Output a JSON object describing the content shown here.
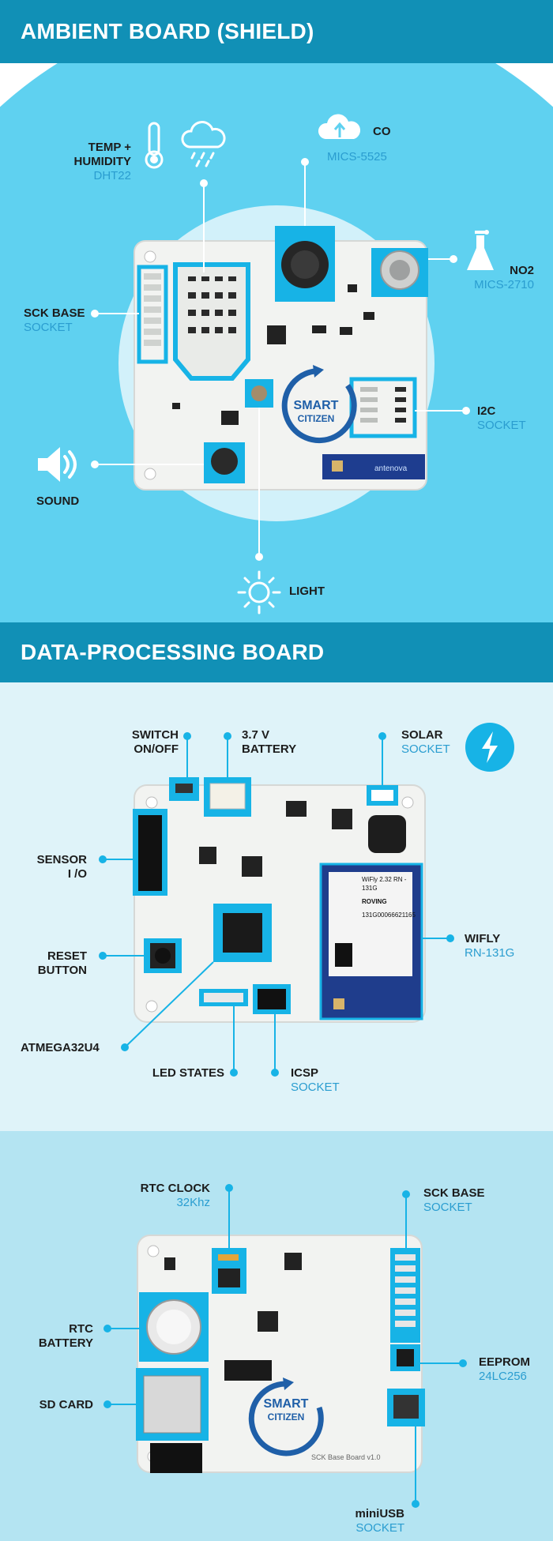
{
  "sections": {
    "ambient": {
      "title": "AMBIENT BOARD (SHIELD)",
      "labels": {
        "temp": {
          "title": "TEMP +\nHUMIDITY",
          "sub": "DHT22"
        },
        "co": {
          "title": "CO",
          "sub": "MICS-5525"
        },
        "no2": {
          "title": "NO2",
          "sub": "MICS-2710"
        },
        "sck_base": {
          "title": "SCK BASE",
          "sub": "SOCKET"
        },
        "i2c": {
          "title": "I2C",
          "sub": "SOCKET"
        },
        "sound": {
          "title": "SOUND"
        },
        "light": {
          "title": "LIGHT"
        }
      },
      "board_logo": {
        "line1": "SMART",
        "line2": "CITIZEN"
      },
      "antenna_text": "antenova"
    },
    "data_processing": {
      "title": "DATA-PROCESSING BOARD",
      "labels": {
        "switch": {
          "title": "SWITCH\nON/OFF"
        },
        "battery": {
          "title": "3.7 V\nBATTERY"
        },
        "solar": {
          "title": "SOLAR",
          "sub": "SOCKET"
        },
        "sensor_io": {
          "title": "SENSOR\nI /O"
        },
        "reset": {
          "title": "RESET\nBUTTON"
        },
        "atmega": {
          "title": "ATMEGA32U4"
        },
        "wifly": {
          "title": "WIFLY",
          "sub": "RN-131G"
        },
        "led_states": {
          "title": "LED STATES"
        },
        "icsp": {
          "title": "ICSP",
          "sub": "SOCKET"
        }
      },
      "module_text": {
        "line1": "WiFly 2.32 RN - 131G",
        "line2": "131G00066621165",
        "line3": "ROVING"
      }
    },
    "base": {
      "labels": {
        "rtc_clock": {
          "title": "RTC CLOCK",
          "sub": "32Khz"
        },
        "sck_base": {
          "title": "SCK BASE",
          "sub": "SOCKET"
        },
        "rtc_battery": {
          "title": "RTC\nBATTERY"
        },
        "eeprom": {
          "title": "EEPROM",
          "sub": "24LC256"
        },
        "sd_card": {
          "title": "SD CARD"
        },
        "miniusb": {
          "title": "miniUSB",
          "sub": "SOCKET"
        }
      },
      "board_logo": {
        "line1": "SMART",
        "line2": "CITIZEN"
      },
      "board_caption": "SCK Base Board v1.0"
    }
  },
  "colors": {
    "banner": "#1190b6",
    "accent": "#17b3e6",
    "light_bg": "#dff3f9",
    "mid_bg": "#b4e4f2"
  }
}
